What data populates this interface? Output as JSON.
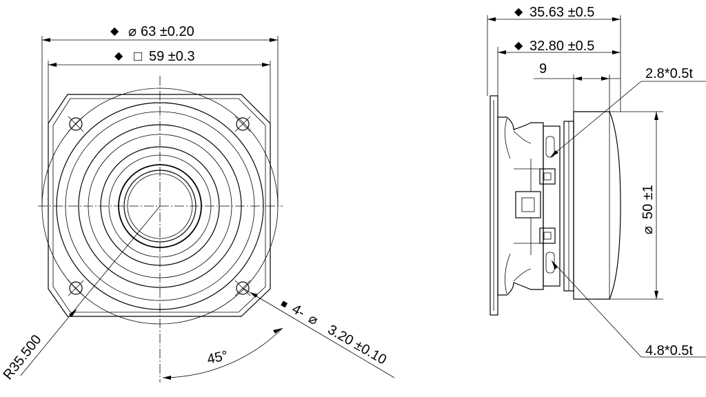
{
  "front_view": {
    "dim_outer_diameter": "63 ±0.20",
    "dim_square": "59 ±0.3",
    "dim_radius": "R35.500",
    "dim_angle": "45°",
    "dim_holes": "4-",
    "dim_holes_value": "3.20 ±0.10",
    "symbol_diameter": "⌀",
    "symbol_square": "□",
    "symbol_diamond": "◆",
    "symbol_square_filled": "■"
  },
  "side_view": {
    "dim_total_depth": "35.63 ±0.5",
    "dim_body_depth": "32.80 ±0.5",
    "dim_offset": "9",
    "dim_diameter": "50 ±1",
    "terminal_small": "2.8*0.5t",
    "terminal_large": "4.8*0.5t"
  }
}
